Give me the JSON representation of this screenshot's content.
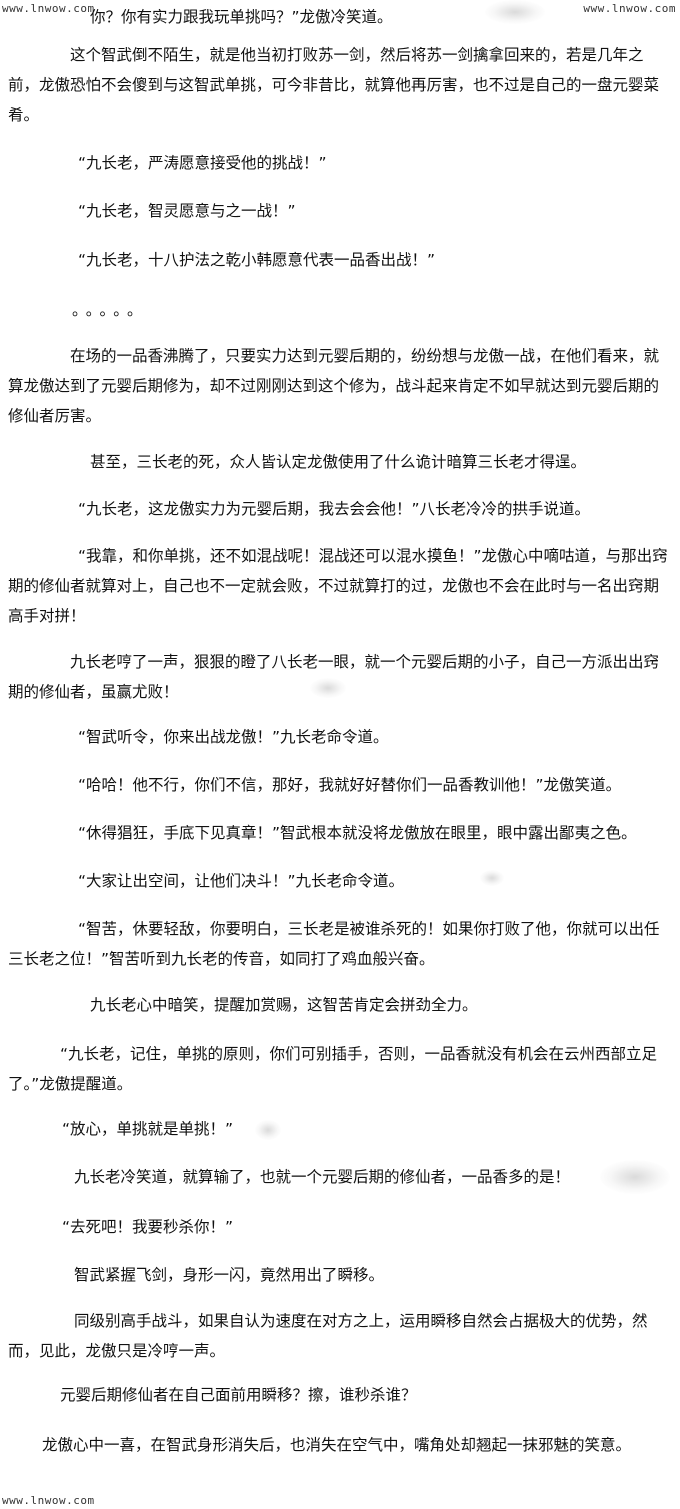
{
  "watermarks": {
    "top_left": "www.lnwow.com",
    "top_right": "www.lnwow.com",
    "bottom_left": "www.lnwow.com"
  },
  "paragraphs": [
    "你？你有实力跟我玩单挑吗？”龙傲冷笑道。",
    "这个智武倒不陌生，就是他当初打败苏一剑，然后将苏一剑擒拿回来的，若是几年之前，龙傲恐怕不会傻到与这智武单挑，可今非昔比，就算他再厉害，也不过是自己的一盘元婴菜肴。",
    "“九长老，严涛愿意接受他的挑战！”",
    "“九长老，智灵愿意与之一战！”",
    "“九长老，十八护法之乾小韩愿意代表一品香出战！”",
    "。。。。。",
    "在场的一品香沸腾了，只要实力达到元婴后期的，纷纷想与龙傲一战，在他们看来，就算龙傲达到了元婴后期修为，却不过刚刚达到这个修为，战斗起来肯定不如早就达到元婴后期的修仙者厉害。",
    "甚至，三长老的死，众人皆认定龙傲使用了什么诡计暗算三长老才得逞。",
    "“九长老，这龙傲实力为元婴后期，我去会会他！”八长老冷冷的拱手说道。",
    "“我靠，和你单挑，还不如混战呢！混战还可以混水摸鱼！”龙傲心中嘀咕道，与那出窍期的修仙者就算对上，自己也不一定就会败，不过就算打的过，龙傲也不会在此时与一名出窍期高手对拼！",
    "九长老哼了一声，狠狠的瞪了八长老一眼，就一个元婴后期的小子，自己一方派出出窍期的修仙者，虽赢尤败！",
    "“智武听令，你来出战龙傲！”九长老命令道。",
    "“哈哈！他不行，你们不信，那好，我就好好替你们一品香教训他！”龙傲笑道。",
    "“休得猖狂，手底下见真章！”智武根本就没将龙傲放在眼里，眼中露出鄙夷之色。",
    "“大家让出空间，让他们决斗！”九长老命令道。",
    "“智苦，休要轻敌，你要明白，三长老是被谁杀死的！如果你打败了他，你就可以出任三长老之位！”智苦听到九长老的传音，如同打了鸡血般兴奋。",
    "九长老心中暗笑，提醒加赏赐，这智苦肯定会拼劲全力。",
    "“九长老，记住，单挑的原则，你们可别插手，否则，一品香就没有机会在云州西部立足了。”龙傲提醒道。",
    "“放心，单挑就是单挑！”",
    "九长老冷笑道，就算输了，也就一个元婴后期的修仙者，一品香多的是！",
    "“去死吧！我要秒杀你！”",
    "智武紧握飞剑，身形一闪，竟然用出了瞬移。",
    "同级别高手战斗，如果自认为速度在对方之上，运用瞬移自然会占据极大的优势，然而，见此，龙傲只是冷哼一声。",
    "元婴后期修仙者在自己面前用瞬移？擦，谁秒杀谁？",
    "龙傲心中一喜，在智武身形消失后，也消失在空气中，嘴角处却翘起一抹邪魅的笑意。"
  ]
}
